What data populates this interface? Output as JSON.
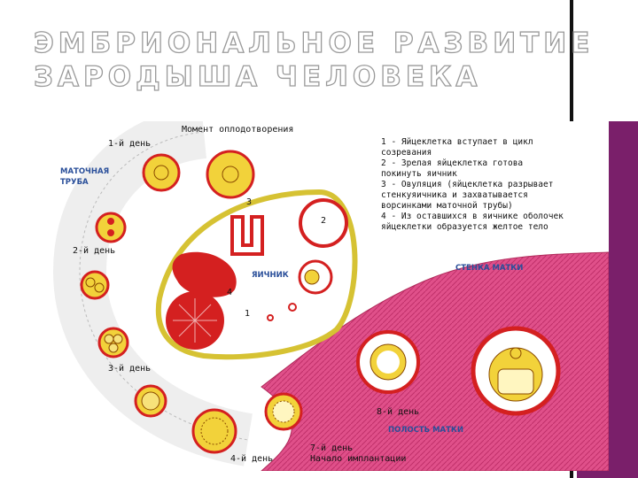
{
  "title": {
    "line1": "ЭМБРИОНАЛЬНОЕ РАЗВИТИЕ",
    "line2": "ЗАРОДЫША ЧЕЛОВЕКА"
  },
  "labels": {
    "fertilization": "Момент оплодотворения",
    "day1": "1-й день",
    "day2": "2-й день",
    "day3": "3-й день",
    "day4": "4-й день",
    "day7": "7-й день",
    "implantation": "Начало имплантации",
    "day8": "8-й день",
    "fallopian_tube_line1": "МАТОЧНАЯ",
    "fallopian_tube_line2": "ТРУБА",
    "ovary": "ЯИЧНИК",
    "uterine_wall": "СТЕНКА МАТКИ",
    "uterine_cavity": "ПОЛОСТЬ МАТКИ",
    "num1": "1",
    "num2": "2",
    "num3": "3",
    "num4": "4"
  },
  "legend": [
    "1 - Яйцеклетка вступает в цикл",
    "созревания",
    "2 - Зрелая яйцеклетка готова",
    "покинуть яичник",
    "3 - Овуляция (яйцеклетка разрывает",
    "стенкуяичника и захватывается",
    "ворсинками маточной трубы)",
    "4 - Из оставшихся в яичнике оболочек",
    "яйцеклетки образуется желтое тело"
  ],
  "colors": {
    "accent_purple": "#7a1f6a",
    "uterine_pink": "#e0508a",
    "follicle_red": "#d42020",
    "cell_yellow": "#f2d23a",
    "label_blue": "#2a4f9a"
  }
}
